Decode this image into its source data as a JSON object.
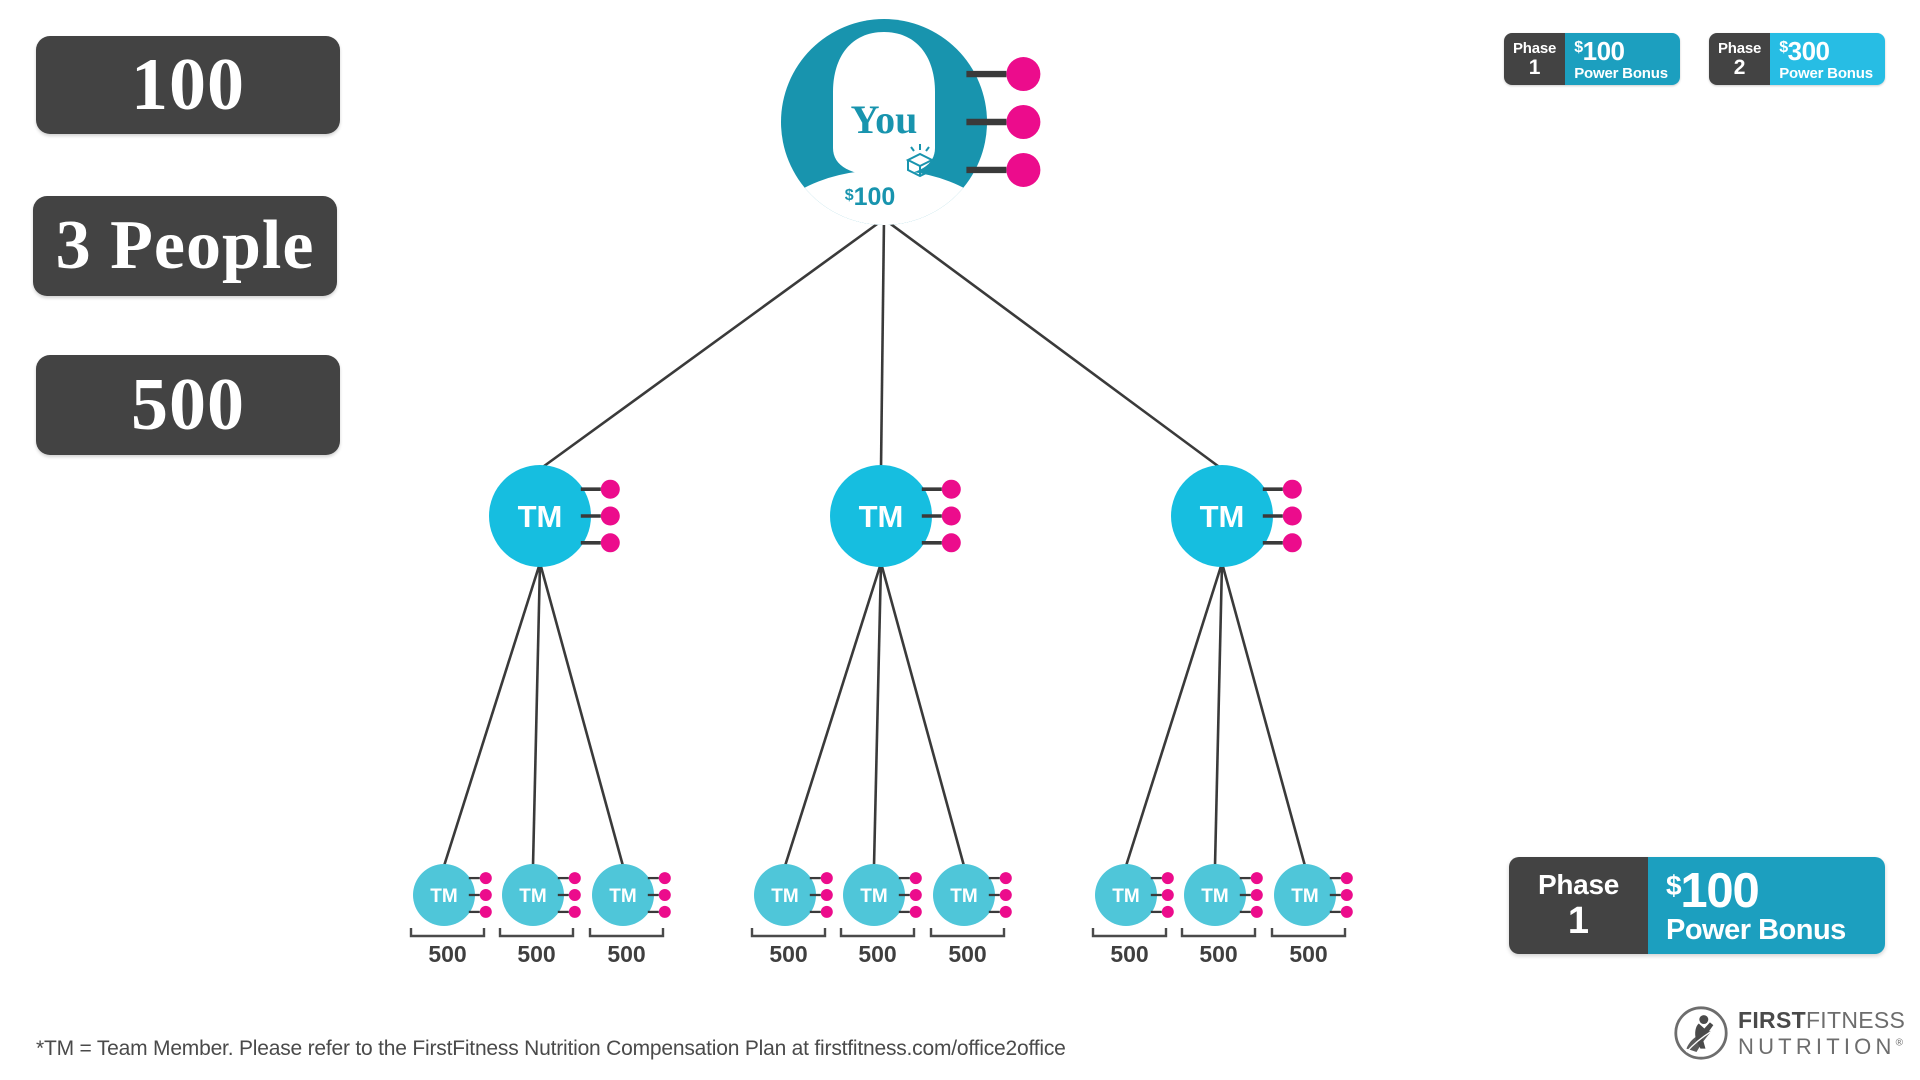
{
  "stats": [
    {
      "id": "volume-top",
      "label": "100"
    },
    {
      "id": "people-count",
      "label": "3 People"
    },
    {
      "id": "volume-bottom",
      "label": "500"
    }
  ],
  "phase_badges": [
    {
      "phase_word": "Phase",
      "phase_number": "1",
      "currency": "$",
      "amount": "100",
      "subtitle": "Power Bonus",
      "accent": "#1C9FBF"
    },
    {
      "phase_word": "Phase",
      "phase_number": "2",
      "currency": "$",
      "amount": "300",
      "subtitle": "Power Bonus",
      "accent": "#27BDE4"
    }
  ],
  "phase_banner": {
    "phase_word": "Phase",
    "phase_number": "1",
    "currency": "$",
    "amount": "100",
    "subtitle": "Power Bonus",
    "accent": "#1C9FBF",
    "dark": "#434343"
  },
  "diagram": {
    "root": {
      "label": "You",
      "currency": "$",
      "amount": "100",
      "dot_count": 3,
      "color": "#1894AE"
    },
    "level2_label": "TM",
    "level2_color": "#16BEE0",
    "level2_dot_count": 3,
    "level3_label": "TM",
    "level3_color": "#4FC6D9",
    "level3_dot_count": 3,
    "level3_bracket_value": "500",
    "dot_color": "#EC0C8C",
    "line_color": "#3a3a3a",
    "groups": [
      {
        "bracket_values": [
          "500",
          "500",
          "500"
        ]
      },
      {
        "bracket_values": [
          "500",
          "500",
          "500"
        ]
      },
      {
        "bracket_values": [
          "500",
          "500",
          "500"
        ]
      }
    ]
  },
  "footer": {
    "note": "*TM = Team Member. Please refer to the FirstFitness Nutrition Compensation Plan at firstfitness.com/office2office"
  },
  "logo": {
    "name_bold": "FIRST",
    "name_thin": "FITNESS",
    "name_line2": "NUTRITION",
    "registered": "®"
  }
}
